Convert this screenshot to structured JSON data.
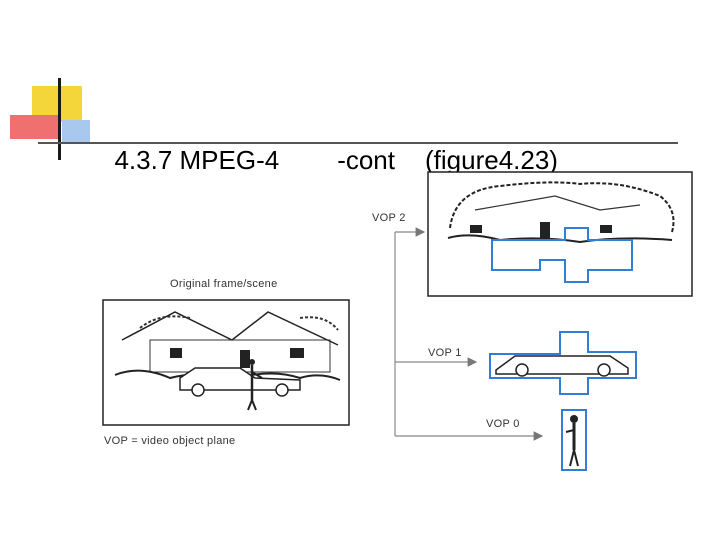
{
  "slide": {
    "title": "4.3.7 MPEG-4",
    "title_suffix": "-cont",
    "title_figure": "(figure4.23)"
  },
  "figure": {
    "original_label": "Original frame/scene",
    "vop2_label": "VOP 2",
    "vop1_label": "VOP 1",
    "vop0_label": "VOP 0",
    "caption": "VOP = video object plane"
  },
  "colors": {
    "accent_yellow": "#f5d63a",
    "accent_red": "#f06a6a",
    "accent_blue_line": "#3a6fd0",
    "outline_blue": "#2f7fd6",
    "arrow_gray": "#888888"
  }
}
